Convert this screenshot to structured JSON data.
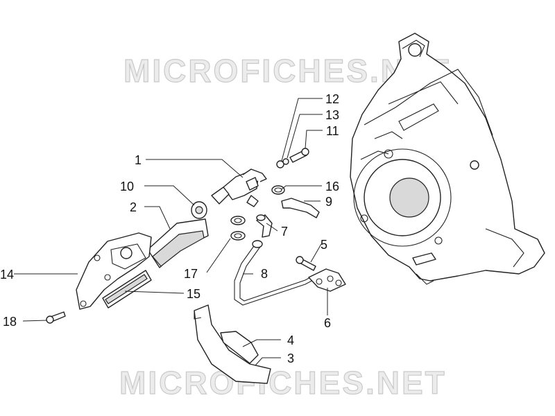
{
  "watermarks": {
    "top": "MICROFICHES.NET",
    "bottom": "MICROFICHES.NET"
  },
  "callouts": {
    "c1": "1",
    "c2": "2",
    "c3": "3",
    "c4": "4",
    "c5": "5",
    "c6": "6",
    "c7": "7",
    "c8": "8",
    "c9": "9",
    "c10": "10",
    "c11": "11",
    "c12": "12",
    "c13": "13",
    "c14": "14",
    "c15": "15",
    "c16": "16",
    "c17": "17",
    "c18": "18"
  }
}
